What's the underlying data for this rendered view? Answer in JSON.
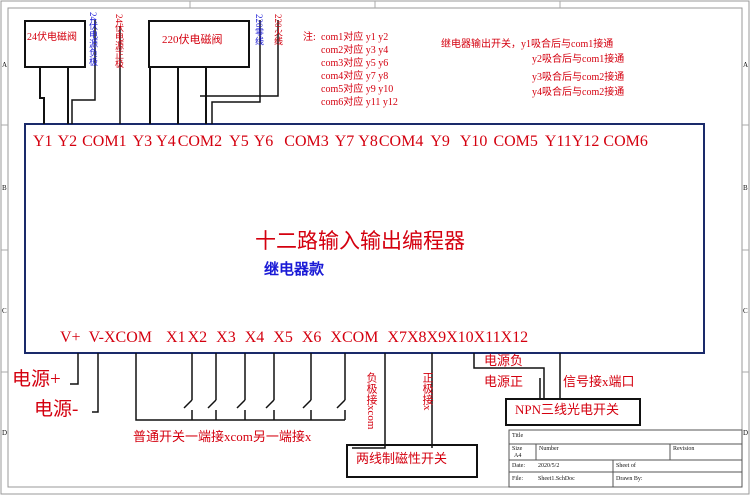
{
  "top_terminals": [
    "Y1",
    "Y2",
    "COM1",
    "Y3",
    "Y4",
    "COM2",
    "Y5",
    "Y6",
    "COM3",
    "Y7",
    "Y8",
    "COM4",
    "Y9",
    "Y10",
    "COM5",
    "Y11",
    "Y12",
    "COM6"
  ],
  "bottom_terminals": [
    "V+",
    "V-",
    "XCOM",
    "X1",
    "X2",
    "X3",
    "X4",
    "X5",
    "X6",
    "XCOM",
    "X7",
    "X8",
    "X9",
    "X10",
    "X11",
    "X12"
  ],
  "main_title": "十二路输入输出编程器",
  "subtitle": "继电器款",
  "valve_24v": "24伏电磁阀",
  "valve_220v": "220伏电磁阀",
  "label_24v_neg": "24伏电源负极",
  "label_24v_pos": "24伏电源正极",
  "label_220_neutral": "220零线",
  "label_220_live": "220火线",
  "note_title": "注:",
  "notes": [
    "com1对应 y1 y2",
    "com2对应 y3 y4",
    "com3对应 y5 y6",
    "com4对应 y7 y8",
    "com5对应 y9 y10",
    "com6对应 y11 y12"
  ],
  "relay_notes": [
    "继电器输出开关，y1吸合后与com1接通",
    "y2吸合后与com1接通",
    "y3吸合后与com2接通",
    "y4吸合后与com2接通"
  ],
  "power_pos": "电源+",
  "power_neg": "电源-",
  "switch_note": "普通开关一端接xcom另一端接x",
  "neg_xcom": "负极接xcom",
  "pos_x": "正极接x",
  "magnetic_switch": "两线制磁性开关",
  "npn_power_neg": "电源负",
  "npn_power_pos": "电源正",
  "npn_signal": "信号接x端口",
  "npn_switch": "NPN三线光电开关",
  "frame_letters": [
    "A",
    "B",
    "C",
    "D"
  ],
  "title_block": {
    "title": "Title",
    "size_label": "Size",
    "size": "A4",
    "number_label": "Number",
    "revision_label": "Revision",
    "date_label": "Date:",
    "date": "2020/5/2",
    "sheet_label": "Sheet of",
    "file_label": "File:",
    "file": "Sheet1.SchDoc",
    "drawn_label": "Drawn By:"
  }
}
